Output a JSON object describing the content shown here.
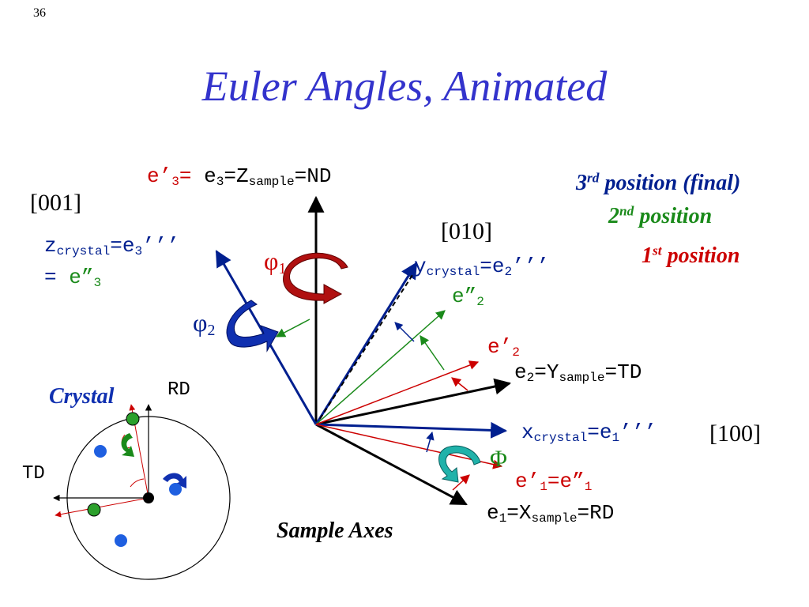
{
  "slide": {
    "number": "36",
    "title": "Euler Angles, Animated"
  },
  "colors": {
    "title": "#3333cc",
    "navy": "#001f8f",
    "red": "#cc0000",
    "green": "#1a8a1a",
    "teal": "#20b2aa",
    "black": "#000000"
  },
  "labels": {
    "e3_prime": {
      "e": "e",
      "prime": "’",
      "sub": "3",
      "eq": "="
    },
    "e3_axis": {
      "e": "e",
      "sub": "3",
      "mid": "=Z",
      "sample_sub": "sample",
      "end": "=ND"
    },
    "miller_001": "[001]",
    "miller_010": "[010]",
    "miller_100": "[100]",
    "z_crystal": {
      "z": "z",
      "sub": "crystal",
      "eq": "=e",
      "sub3": "3",
      "primes": "’’’"
    },
    "z_crystal_line2": {
      "eq": "= ",
      "e": "e”",
      "sub": "3"
    },
    "y_crystal": {
      "y": "y",
      "sub": "crystal",
      "eq": "=e",
      "sub2": "2",
      "primes": "’’’"
    },
    "e2_dblprime": {
      "e": "e”",
      "sub": "2"
    },
    "e2_prime": {
      "e": "e’",
      "sub": "2"
    },
    "e2_axis": {
      "e": "e",
      "sub": "2",
      "mid": "=Y",
      "sample_sub": "sample",
      "end": "=TD"
    },
    "x_crystal": {
      "x": "x",
      "sub": "crystal",
      "eq": "=e",
      "sub1": "1",
      "primes": "’’’"
    },
    "e1_prime": {
      "e": "e’",
      "sub": "1",
      "eq": "=e”",
      "sub2": "1"
    },
    "e1_axis": {
      "e": "e",
      "sub": "1",
      "mid": "=X",
      "sample_sub": "sample",
      "end": "=RD"
    },
    "phi1": {
      "sym": "φ",
      "sub": "1"
    },
    "phi2": {
      "sym": "φ",
      "sub": "2"
    },
    "Phi": "Φ",
    "rd": "RD",
    "td": "TD",
    "crystal": "Crystal",
    "sample_axes": "Sample Axes"
  },
  "legend": {
    "third": {
      "n": "3",
      "sup": "rd",
      "text": " position (final)"
    },
    "second": {
      "n": "2",
      "sup": "nd",
      "text": " position"
    },
    "first": {
      "n": "1",
      "sup": "st",
      "text": " position"
    }
  }
}
